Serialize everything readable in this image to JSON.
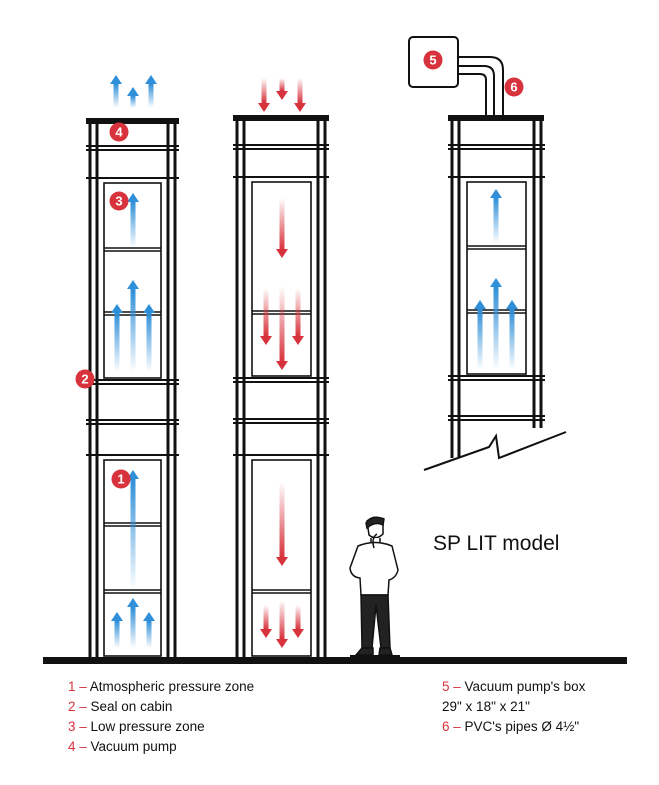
{
  "markers": [
    {
      "id": "1"
    },
    {
      "id": "2"
    },
    {
      "id": "3"
    },
    {
      "id": "4"
    },
    {
      "id": "5"
    },
    {
      "id": "6"
    }
  ],
  "model_title": "SP LIT model",
  "legend_left": [
    {
      "num": "1",
      "sep": " – ",
      "text": "Atmospheric pressure zone"
    },
    {
      "num": "2",
      "sep": " – ",
      "text": "Seal on cabin"
    },
    {
      "num": "3",
      "sep": " – ",
      "text": "Low pressure zone"
    },
    {
      "num": "4",
      "sep": " – ",
      "text": "Vacuum pump"
    }
  ],
  "legend_right": [
    {
      "num": "5",
      "sep": " – ",
      "text": "Vacuum pump's box"
    },
    {
      "num": "",
      "sep": "",
      "text": "29\" x 18\" x 21\""
    },
    {
      "num": "6",
      "sep": " – ",
      "text": "PVC's pipes Ø 4½\""
    }
  ],
  "colors": {
    "marker": "#d8333d",
    "up_arrow": "#2f8fd8",
    "down_arrow": "#d8333d",
    "frame": "#111111",
    "ground": "#111111"
  }
}
